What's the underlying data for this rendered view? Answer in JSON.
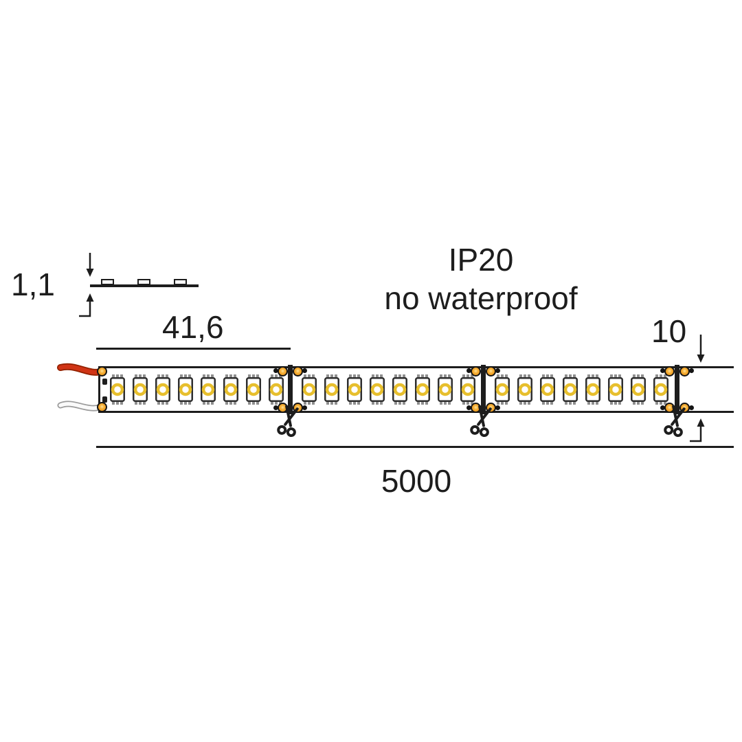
{
  "labels": {
    "thickness": "1,1",
    "segment_length": "41,6",
    "strip_width": "10",
    "total_length": "5000",
    "rating_line1": "IP20",
    "rating_line2": "no waterproof"
  },
  "strip": {
    "segments": [
      {
        "leds": 8
      },
      {
        "leds": 8
      },
      {
        "leds": 8
      }
    ],
    "cut_points": 3,
    "wires": [
      "red",
      "white"
    ]
  },
  "colors": {
    "line": "#1d1d1d",
    "led_ring": "#e7bf2d",
    "led_pin": "#8f8f8f",
    "solder_pad": "#ee9b1d",
    "wire_red": "#d03415",
    "wire_red_dark": "#932100",
    "wire_white": "#fafafa",
    "wire_white_edge": "#9a9a9a"
  },
  "icons": {
    "cut_marker": "scissors-icon",
    "dimension_arrows": [
      "arrow-down-icon",
      "arrow-up-icon"
    ]
  }
}
